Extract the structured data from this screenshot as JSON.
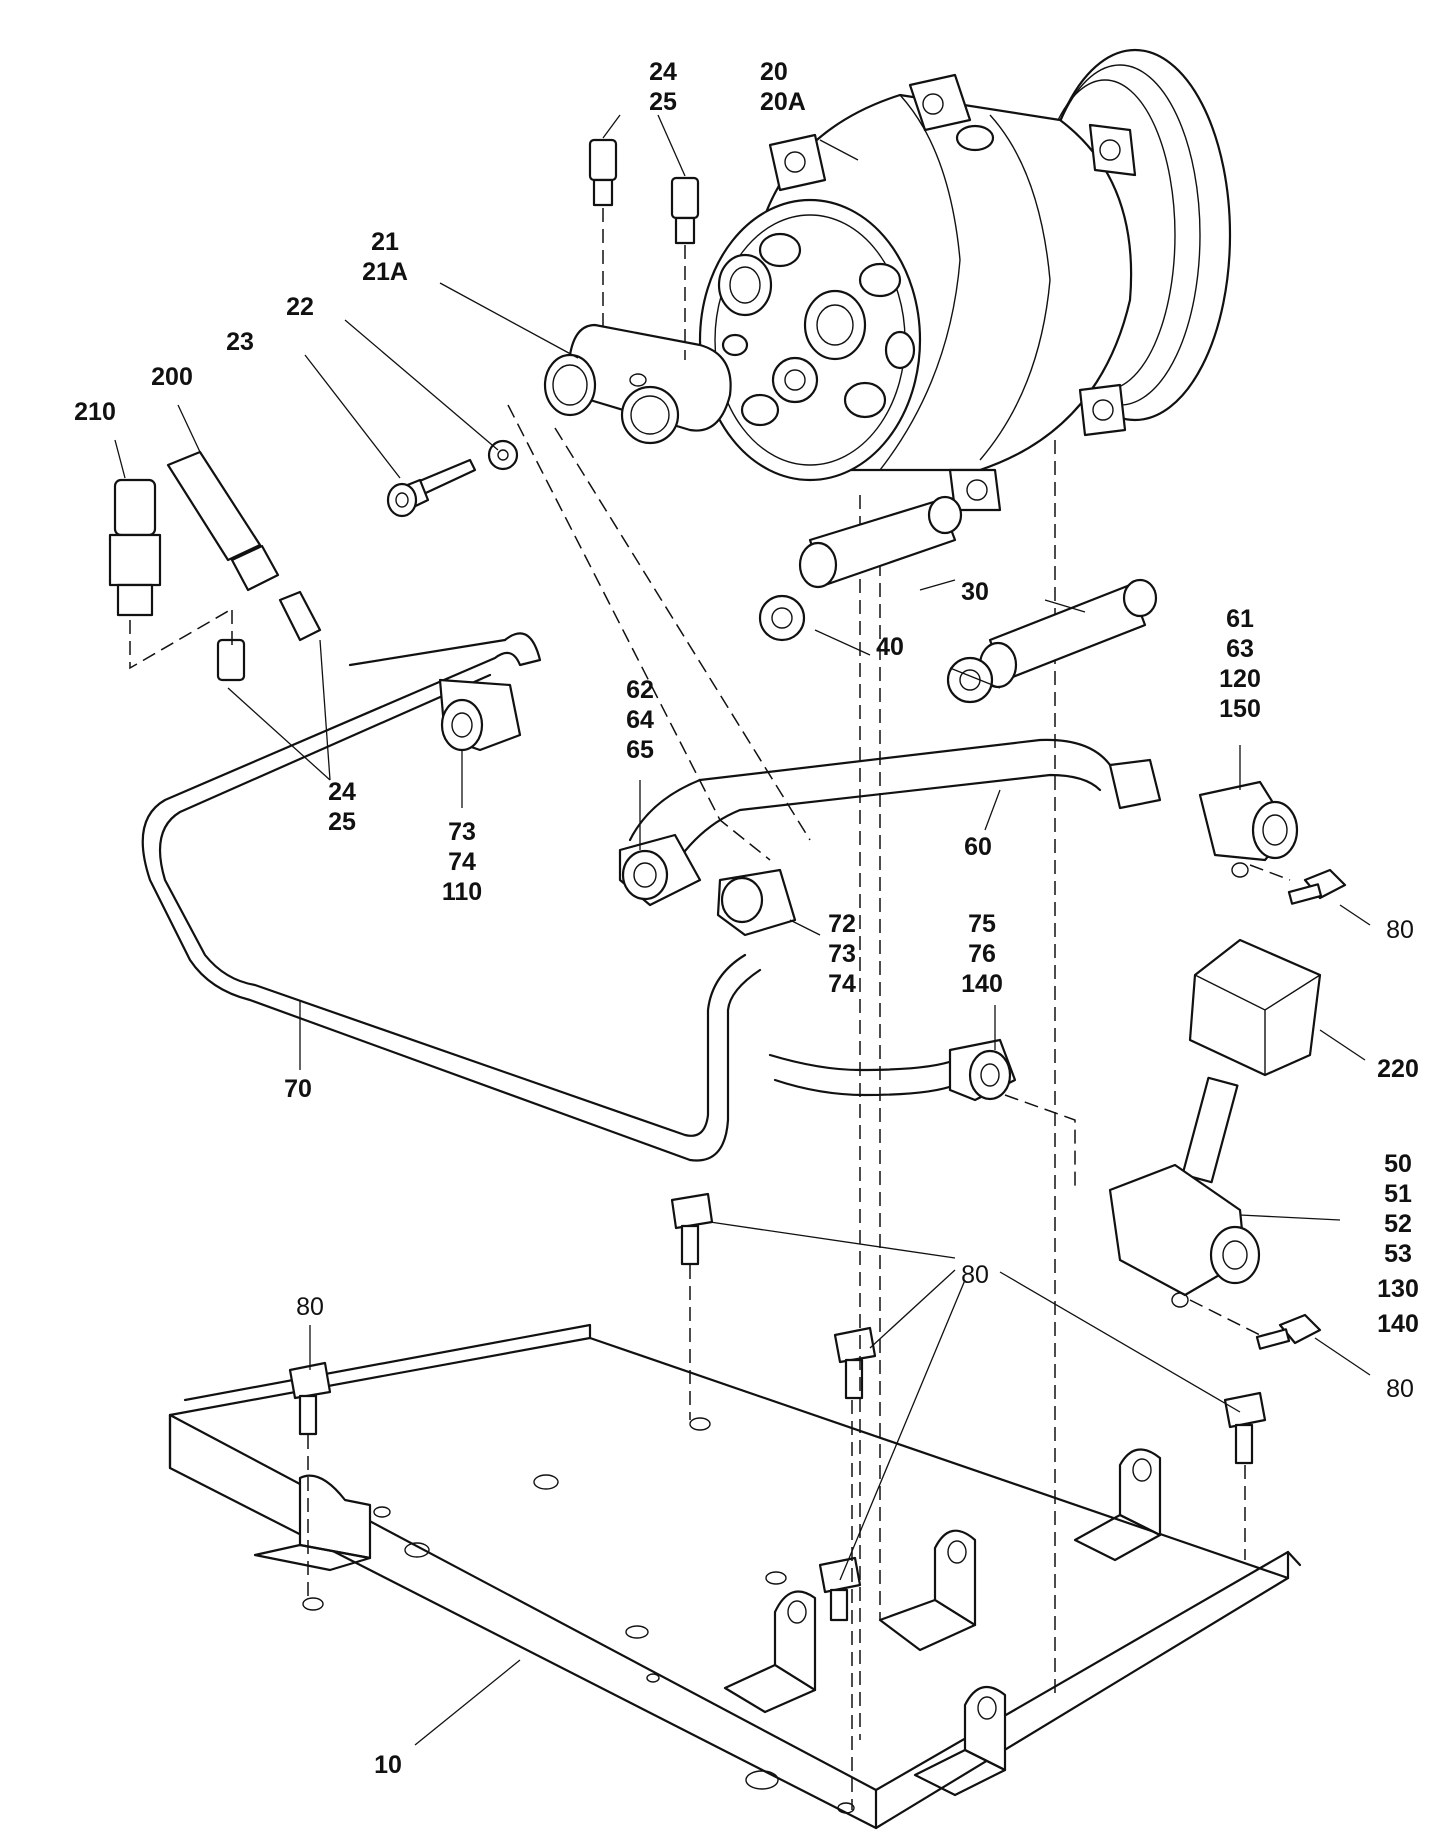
{
  "labels": {
    "c_24_25_top": [
      "24",
      "25"
    ],
    "c_20": [
      "20",
      "20A"
    ],
    "c_21": [
      "21",
      "21A"
    ],
    "c_22": "22",
    "c_23": "23",
    "c_200": "200",
    "c_210": "210",
    "c_30": "30",
    "c_40": "40",
    "c_61": [
      "61",
      "63",
      "120",
      "150"
    ],
    "c_62": [
      "62",
      "64",
      "65"
    ],
    "c_24_25_mid": [
      "24",
      "25"
    ],
    "c_73": [
      "73",
      "74",
      "110"
    ],
    "c_60": "60",
    "c_80_right": "80",
    "c_72": [
      "72",
      "73",
      "74"
    ],
    "c_75": [
      "75",
      "76",
      "140"
    ],
    "c_220": "220",
    "c_70": "70",
    "c_50": [
      "50",
      "51",
      "52",
      "53",
      "130",
      "140"
    ],
    "c_80_mid": "80",
    "c_80_left": "80",
    "c_80_lower": "80",
    "c_10": "10"
  }
}
